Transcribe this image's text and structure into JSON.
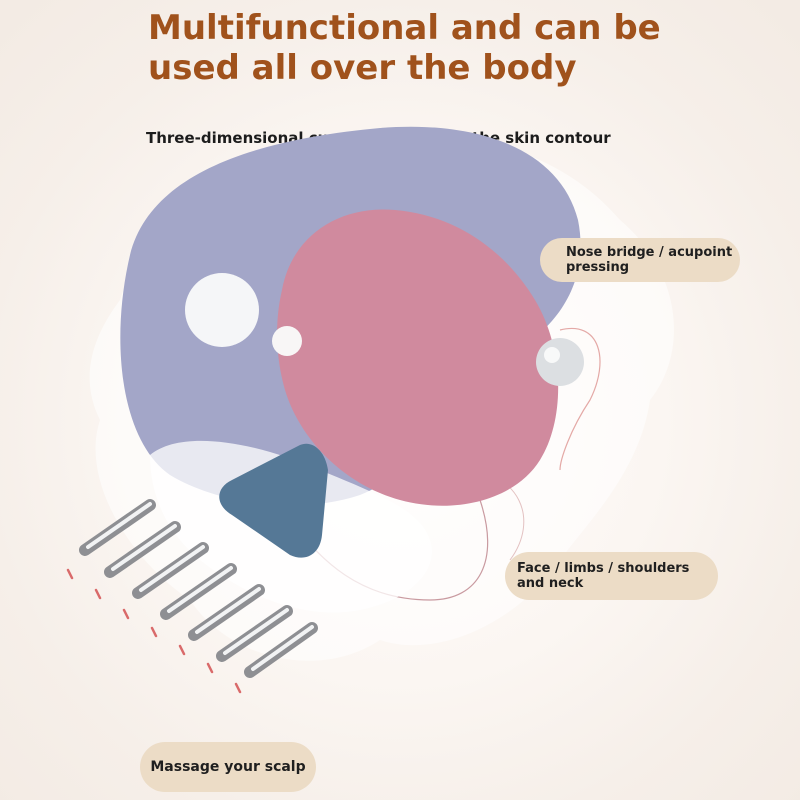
{
  "headline": {
    "line1": "Multifunctional and can be",
    "line2": "used all over the body"
  },
  "subtitle": "Three-dimensional curved surfaces fit the skin contour",
  "callouts": {
    "acupoint": "Nose bridge / acupoint pressing",
    "face": "Face / limbs / shoulders and neck",
    "scalp": "Massage your scalp"
  },
  "colors": {
    "headline": "#a0521c",
    "pill": "#ecdcc6",
    "lavender_blob": "#a3a6c8",
    "pink_blob": "#d08a9e",
    "teal_triangle": "#557896",
    "accent_dashes": "#d96a6a"
  },
  "icons": [
    "massage-comb-icon",
    "steel-ball-icon"
  ]
}
